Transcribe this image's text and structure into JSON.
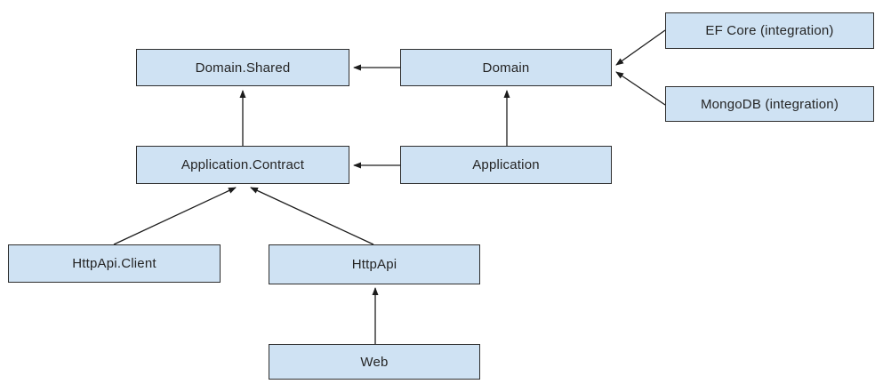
{
  "diagram": {
    "type": "dependency-diagram",
    "background": "#ffffff",
    "colors": {
      "node_fill": "#cfe2f3",
      "node_border": "#2e2e2e",
      "arrow": "#1c1c1c",
      "text": "#242424"
    },
    "nodes": {
      "domain_shared": {
        "label": "Domain.Shared"
      },
      "domain": {
        "label": "Domain"
      },
      "ef_core_integration": {
        "label": "EF Core (integration)"
      },
      "mongodb_integration": {
        "label": "MongoDB (integration)"
      },
      "application_contract": {
        "label": "Application.Contract"
      },
      "application": {
        "label": "Application"
      },
      "httpapi_client": {
        "label": "HttpApi.Client"
      },
      "httpapi": {
        "label": "HttpApi"
      },
      "web": {
        "label": "Web"
      }
    },
    "edges": [
      {
        "from": "Domain",
        "to": "Domain.Shared"
      },
      {
        "from": "EF Core (integration)",
        "to": "Domain"
      },
      {
        "from": "MongoDB (integration)",
        "to": "Domain"
      },
      {
        "from": "Application.Contract",
        "to": "Domain.Shared"
      },
      {
        "from": "Application",
        "to": "Domain"
      },
      {
        "from": "Application",
        "to": "Application.Contract"
      },
      {
        "from": "HttpApi.Client",
        "to": "Application.Contract"
      },
      {
        "from": "HttpApi",
        "to": "Application.Contract"
      },
      {
        "from": "Web",
        "to": "HttpApi"
      }
    ]
  }
}
